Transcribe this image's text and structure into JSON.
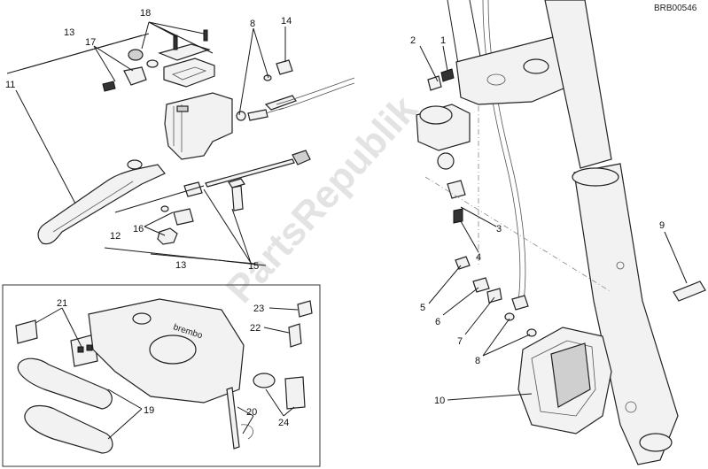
{
  "drawing_code": "BRB00546",
  "watermark": "PartsRepublik",
  "callouts": {
    "c1": "1",
    "c2": "2",
    "c3": "3",
    "c4": "4",
    "c5": "5",
    "c6": "6",
    "c7": "7",
    "c8a": "8",
    "c8b": "8",
    "c9": "9",
    "c10": "10",
    "c11": "11",
    "c12": "12",
    "c13a": "13",
    "c13b": "13",
    "c14": "14",
    "c15": "15",
    "c16": "16",
    "c17": "17",
    "c18": "18",
    "c19": "19",
    "c20": "20",
    "c21": "21",
    "c22": "22",
    "c23": "23",
    "c24": "24"
  },
  "brand_mark": "brembo"
}
